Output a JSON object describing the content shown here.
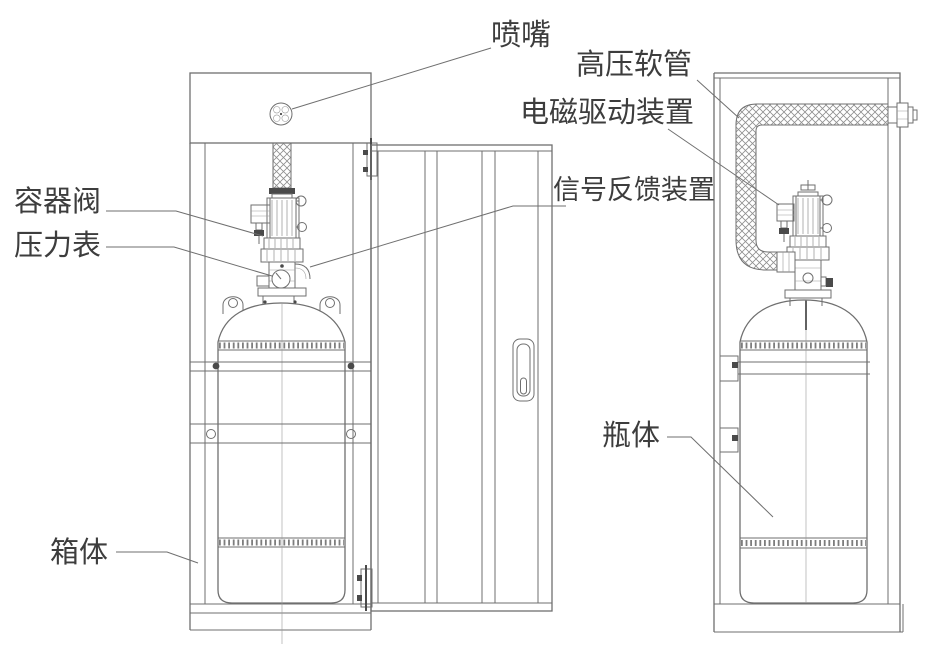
{
  "diagram": {
    "labels": {
      "nozzle": "喷嘴",
      "high_pressure_hose": "高压软管",
      "electromagnetic_drive": "电磁驱动装置",
      "signal_feedback": "信号反馈装置",
      "container_valve": "容器阀",
      "pressure_gauge": "压力表",
      "bottle_body": "瓶体",
      "cabinet_body": "箱体"
    },
    "colors": {
      "line": "#6f6f6f",
      "text": "#3d3d3d",
      "dark_detail": "#4a4a4a",
      "background": "#ffffff"
    }
  }
}
